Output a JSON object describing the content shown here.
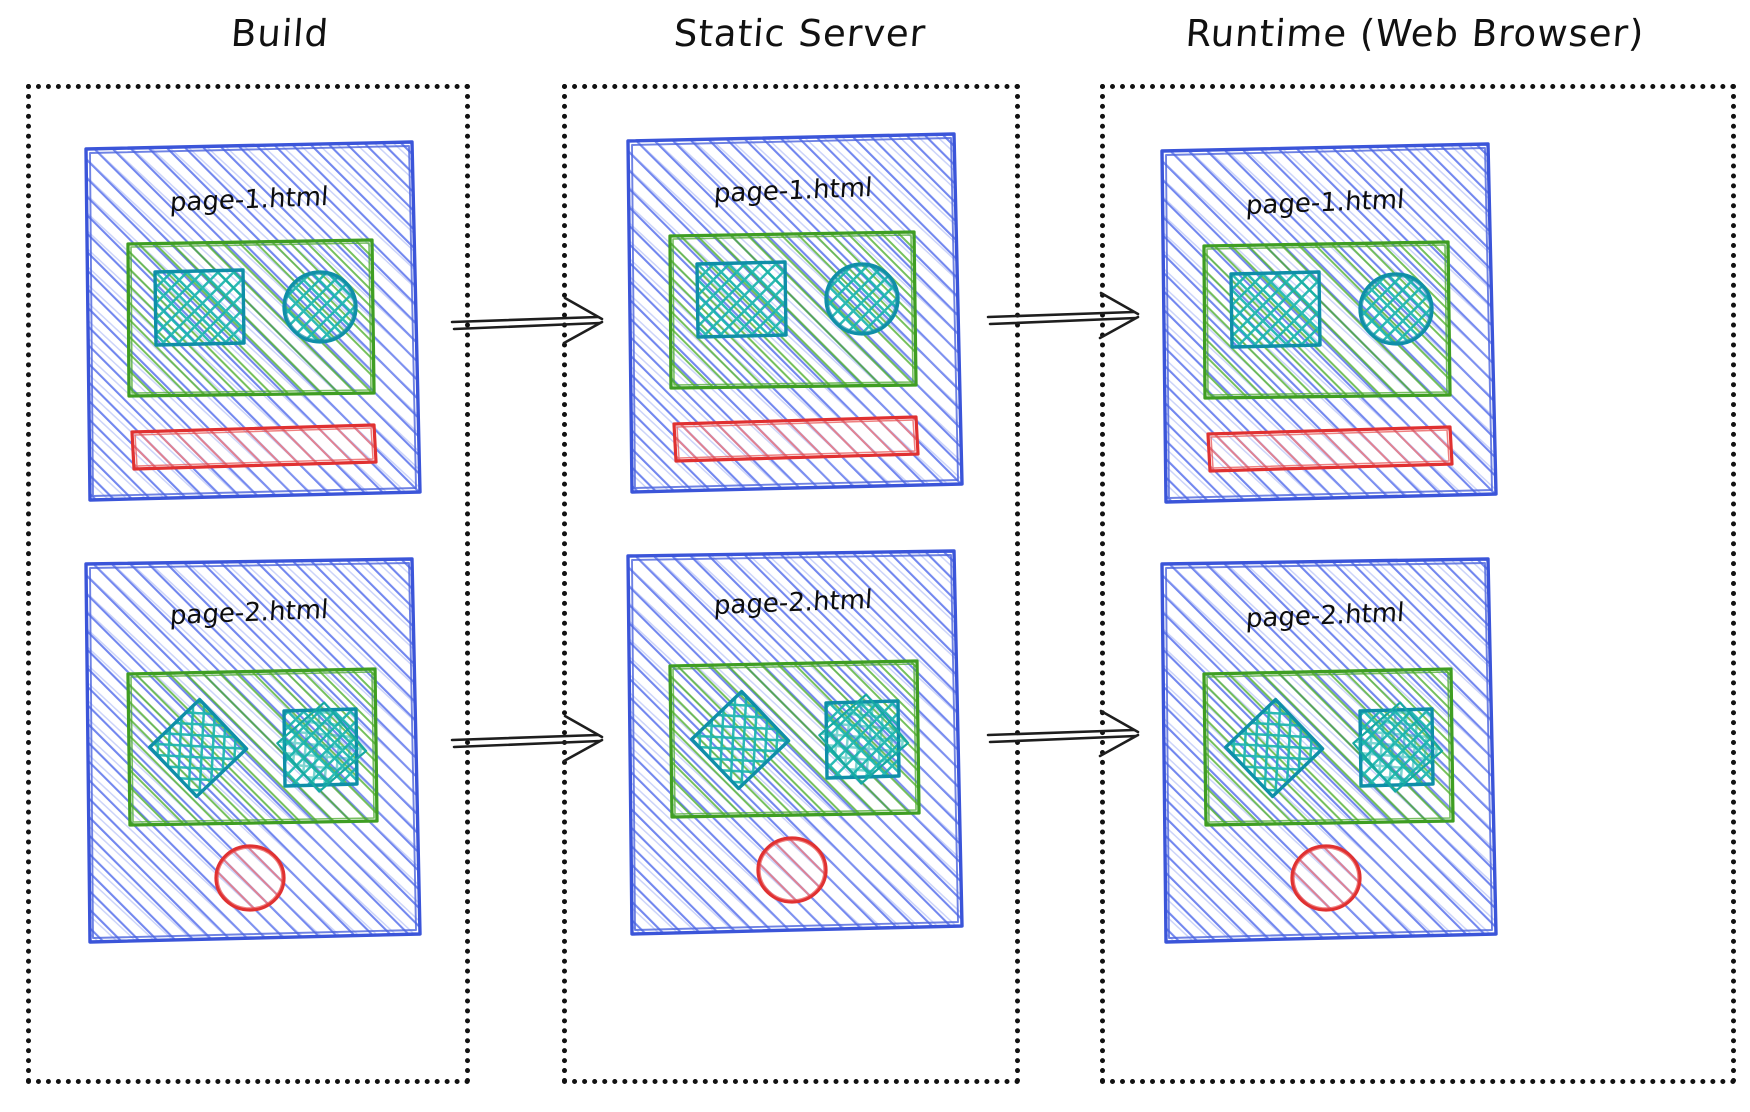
{
  "diagram": {
    "type": "pipeline-flow",
    "style": "hand-drawn-sketch",
    "background": "#ffffff",
    "columns": [
      {
        "id": "build",
        "title": "Build"
      },
      {
        "id": "static",
        "title": "Static Server"
      },
      {
        "id": "runtime",
        "title": "Runtime (Web Browser)"
      }
    ],
    "rows": [
      {
        "id": "row-1",
        "page_label": "page-1.html"
      },
      {
        "id": "row-2",
        "page_label": "page-2.html"
      }
    ],
    "arrows": [
      {
        "from": "build",
        "to": "static",
        "row": "row-1",
        "glyph": "double-line-arrow"
      },
      {
        "from": "static",
        "to": "runtime",
        "row": "row-1",
        "glyph": "double-line-arrow"
      },
      {
        "from": "build",
        "to": "static",
        "row": "row-2",
        "glyph": "double-line-arrow"
      },
      {
        "from": "static",
        "to": "runtime",
        "row": "row-2",
        "glyph": "double-line-arrow"
      }
    ],
    "colors": {
      "outer_box_stroke": "#3b55d9",
      "outer_box_hatch": "#5a72e8",
      "inner_box_stroke": "#3f9e22",
      "inner_box_hatch": "#4fae33",
      "shape_stroke": "#0f8fa8",
      "shape_hatch": "#17b8b0",
      "accent_stroke": "#e03131",
      "accent_hatch": "#f06565",
      "title_text": "#111111",
      "dotted_border": "#111111",
      "arrow": "#1e1e1e"
    },
    "cells": [
      {
        "column": "build",
        "row": "row-1",
        "label": "page-1.html",
        "shapes": [
          "green-container",
          "teal-square",
          "teal-circle",
          "red-bar"
        ]
      },
      {
        "column": "static",
        "row": "row-1",
        "label": "page-1.html",
        "shapes": [
          "green-container",
          "teal-square",
          "teal-circle",
          "red-bar"
        ]
      },
      {
        "column": "runtime",
        "row": "row-1",
        "label": "page-1.html",
        "shapes": [
          "green-container",
          "teal-square",
          "teal-circle",
          "red-bar"
        ]
      },
      {
        "column": "build",
        "row": "row-2",
        "label": "page-2.html",
        "shapes": [
          "green-container",
          "teal-diamond",
          "teal-square",
          "red-circle"
        ]
      },
      {
        "column": "static",
        "row": "row-2",
        "label": "page-2.html",
        "shapes": [
          "green-container",
          "teal-diamond",
          "teal-square",
          "red-circle"
        ]
      },
      {
        "column": "runtime",
        "row": "row-2",
        "label": "page-2.html",
        "shapes": [
          "green-container",
          "teal-diamond",
          "teal-square",
          "red-circle"
        ]
      }
    ]
  }
}
